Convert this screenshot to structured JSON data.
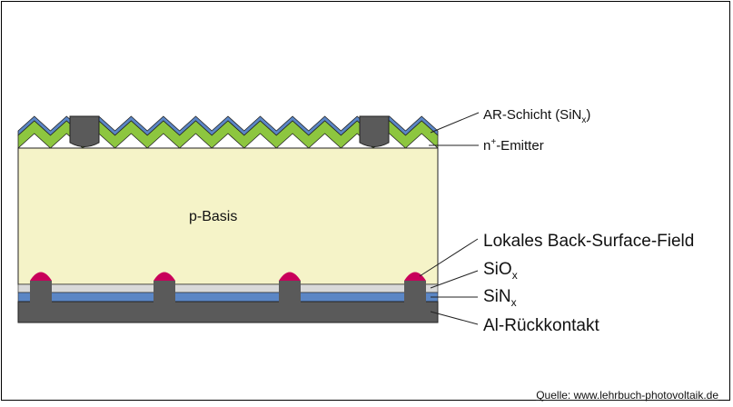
{
  "diagram": {
    "colors": {
      "base": "#f5f3c8",
      "emitter": "#8dc63f",
      "ar_layer": "#5b86c5",
      "contact": "#5a5a5a",
      "siox": "#d9d9d9",
      "sinx": "#5b86c5",
      "bsf": "#c8005a"
    },
    "labels": {
      "ar_layer_main": "AR-Schicht (SiN",
      "ar_layer_sub": "x",
      "ar_layer_end": ")",
      "emitter_main": "n",
      "emitter_sup": "+",
      "emitter_end": "-Emitter",
      "base": "p-Basis",
      "bsf": "Lokales Back-Surface-Field",
      "siox_main": "SiO",
      "siox_sub": "x",
      "sinx_main": "SiN",
      "sinx_sub": "x",
      "back_contact": "Al-Rückkontakt"
    },
    "source": "Quelle: www.lehrbuch-photovoltaik.de"
  }
}
